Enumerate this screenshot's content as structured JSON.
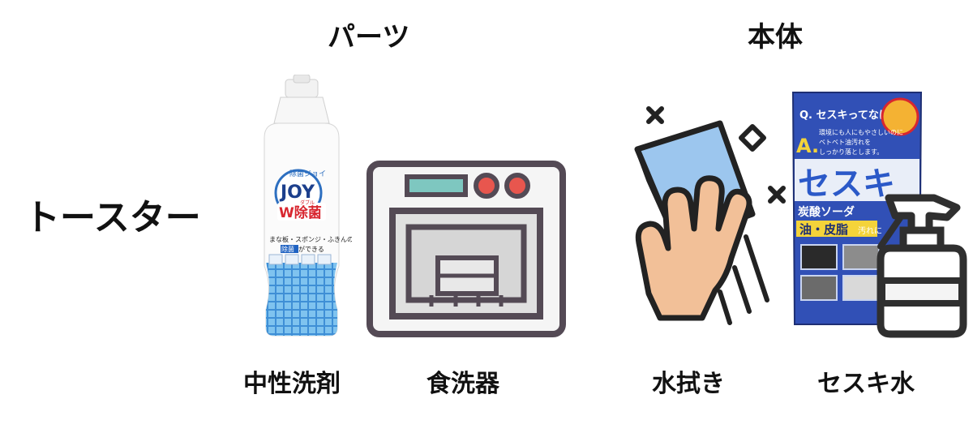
{
  "headers": {
    "parts": "パーツ",
    "body": "本体"
  },
  "row_label": "トースター",
  "items": [
    {
      "caption": "中性洗剤",
      "icon": "detergent-bottle-icon",
      "product": {
        "brand": "JOY",
        "small": "除菌ジョイ",
        "badge": "W除菌",
        "tag": "ダブル",
        "desc1": "まな板・スポンジ・ふきんの",
        "desc2": "除菌ができる",
        "desc2_hl": "除菌"
      }
    },
    {
      "caption": "食洗器",
      "icon": "dishwasher-icon"
    },
    {
      "caption": "水拭き",
      "icon": "hand-wiping-cloth-icon"
    },
    {
      "caption": "セスキ水",
      "icon": "sesqui-bag-and-spray-icon",
      "product": {
        "q": "Q. セスキってなに？",
        "a": "A.",
        "a_text1": "環境にも人にもやさしいのに",
        "a_text2": "ベトベト油汚れを",
        "a_text3": "しっかり落とします。",
        "big": "セスキ",
        "sub": "炭酸ソーダ",
        "band": "油・皮脂",
        "band2": "汚れに"
      }
    }
  ],
  "colors": {
    "outline": "#544a55",
    "panel": "#7ec7c0",
    "button": "#e8564e",
    "cloth": "#9cc6ee",
    "skin": "#f2c098",
    "bag_blue": "#3150b6",
    "spray": "#2f2f2f"
  }
}
